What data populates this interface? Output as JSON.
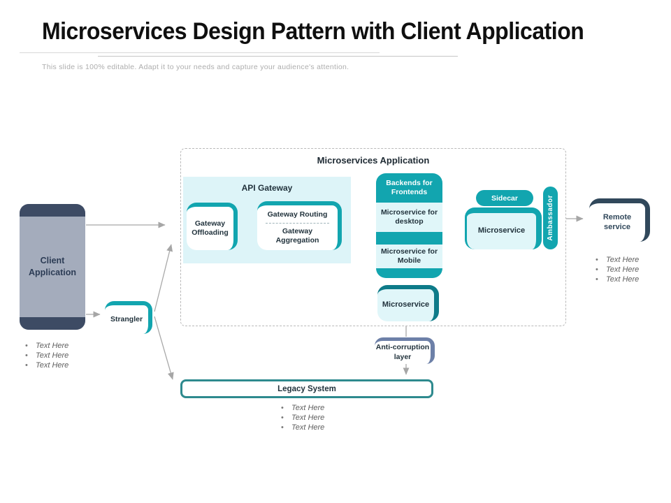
{
  "slide": {
    "title": "Microservices Design Pattern with Client Application",
    "subtitle": "This slide is 100% editable. Adapt it to your needs and capture your audience's attention."
  },
  "container": {
    "title": "Microservices Application"
  },
  "api_gateway": {
    "label": "API Gateway",
    "offloading": "Gateway Offloading",
    "routing": "Gateway Routing",
    "aggregation": "Gateway Aggregation"
  },
  "bff": {
    "header": "Backends for Frontends",
    "desktop": "Microservice for desktop",
    "mobile": "Microservice for Mobile"
  },
  "sidecar": {
    "label": "Sidecar"
  },
  "microservice_right": {
    "label": "Microservice"
  },
  "ambassador": {
    "label": "Ambassador"
  },
  "remote_service": {
    "label": "Remote service",
    "bullets": [
      "Text Here",
      "Text Here",
      "Text Here"
    ]
  },
  "client": {
    "label": "Client Application",
    "bullets": [
      "Text Here",
      "Text Here",
      "Text Here"
    ]
  },
  "strangler": {
    "label": "Strangler"
  },
  "microservice_lower": {
    "label": "Microservice"
  },
  "anti_corruption": {
    "label": "Anti-corruption layer"
  },
  "legacy": {
    "label": "Legacy System",
    "bullets": [
      "Text Here",
      "Text Here",
      "Text Here"
    ]
  },
  "colors": {
    "teal": "#12a5af",
    "teal_dark": "#0e7b89",
    "cyan_light": "#e0f6f9",
    "cyan_panel": "#ddf4f8",
    "navy": "#31485b",
    "slate": "#6d80a8",
    "phone_body": "#a4acbc",
    "phone_band": "#3d4b64",
    "legacy_border": "#2e8a8e",
    "arrow_gray": "#a6a6a6",
    "text_dark": "#22333d",
    "bullet_text": "#5f5f5f"
  }
}
